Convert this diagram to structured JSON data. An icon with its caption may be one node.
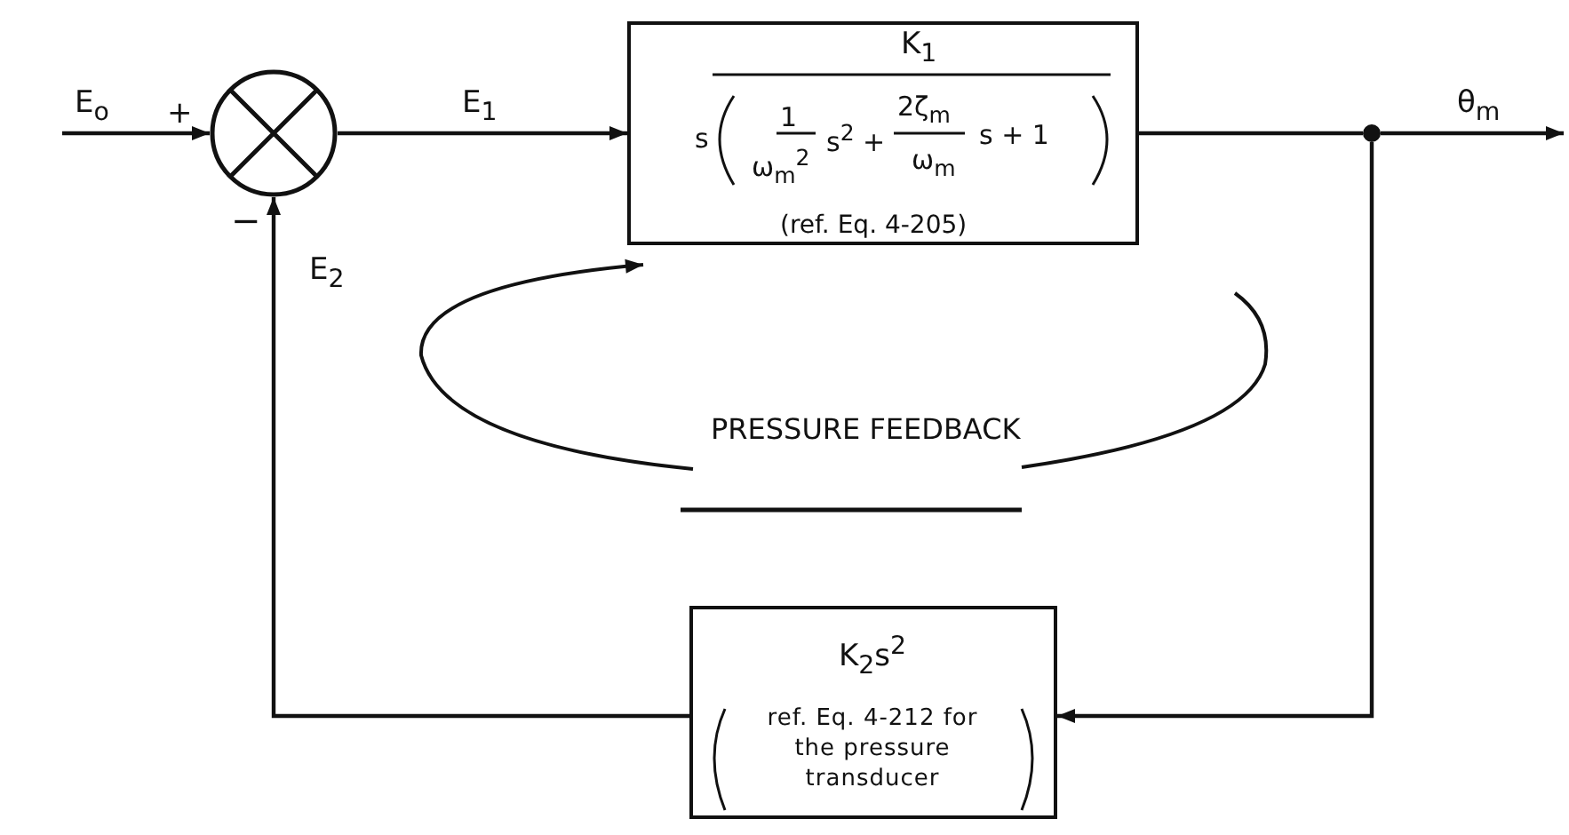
{
  "diagram": {
    "nodes": [
      {
        "text": [],
        "shape": "circle"
      },
      {
        "text": [
          "K$_{1}$",
          "s",
          "1",
          "ω$_{m}$$^{2}$",
          "s$^{2}$ +",
          "2ζ$_{m}$",
          "ω$_{m}$",
          "s + 1",
          "(ref. Eq. 4-205)"
        ]
      },
      {
        "text": [],
        "shape": "circle"
      },
      {
        "text": [
          "K$_{2}$s$^{2}$",
          "ref. Eq. 4-212 for the pressure transducer"
        ]
      }
    ],
    "edges": [
      {
        "from": null,
        "to": 0,
        "arrow": "to",
        "label": "E$_{o}$"
      },
      {
        "from": 0,
        "to": 1,
        "arrow": "to",
        "label": "E$_{1}$"
      },
      {
        "from": 1,
        "to": 2,
        "arrow": "none"
      },
      {
        "from": 2,
        "to": null,
        "arrow": "to",
        "label": "θ$_{m}$"
      },
      {
        "from": 2,
        "to": 3,
        "arrow": "to"
      },
      {
        "from": 3,
        "to": 0,
        "arrow": "to",
        "label": "E$_{2}$"
      }
    ],
    "labels": [
      "+",
      "−",
      "PRESSURE FEEDBACK"
    ]
  }
}
